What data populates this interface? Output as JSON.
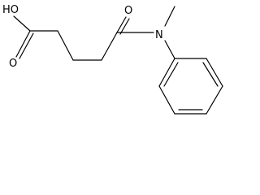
{
  "molecule": {
    "atoms": {
      "hydroxyl": "HO",
      "acid_carbonyl_oxygen": "O",
      "amide_carbonyl_oxygen": "O",
      "amide_nitrogen": "N"
    },
    "colors": {
      "bond": "#000000",
      "label": "#000000",
      "background": "#ffffff"
    }
  }
}
